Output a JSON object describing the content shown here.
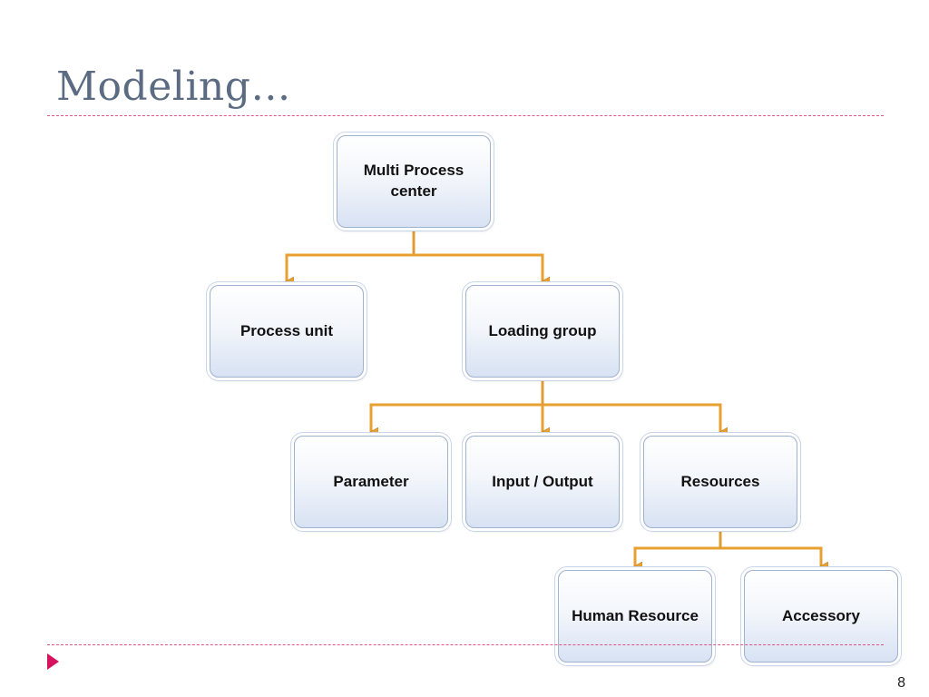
{
  "slide": {
    "title": "Modeling…",
    "page_number": "8"
  },
  "diagram": {
    "nodes": {
      "root": "Multi Process center",
      "process_unit": "Process unit",
      "loading_group": "Loading group",
      "parameter": "Parameter",
      "input_output": "Input / Output",
      "resources": "Resources",
      "human_resource": "Human Resource",
      "accessory": "Accessory"
    },
    "edges": [
      [
        "root",
        "process_unit"
      ],
      [
        "root",
        "loading_group"
      ],
      [
        "loading_group",
        "parameter"
      ],
      [
        "loading_group",
        "input_output"
      ],
      [
        "loading_group",
        "resources"
      ],
      [
        "resources",
        "human_resource"
      ],
      [
        "resources",
        "accessory"
      ]
    ],
    "colors": {
      "connector": "#e8a030",
      "box_border": "#9fb2cf",
      "rule": "#e0548a",
      "bullet": "#d6125f"
    }
  }
}
